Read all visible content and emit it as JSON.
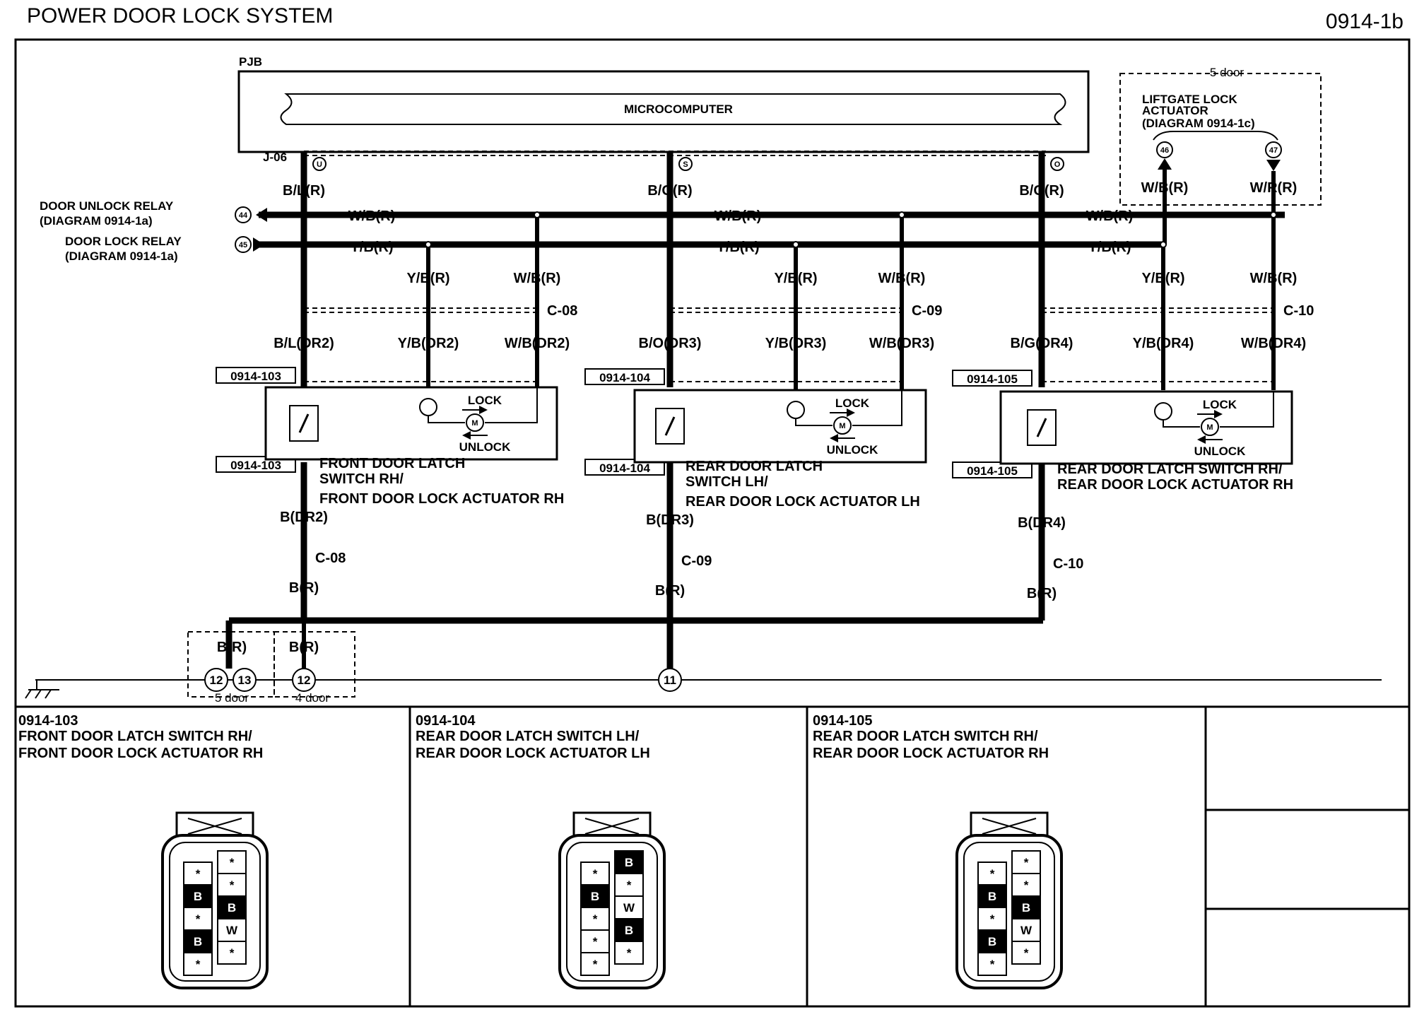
{
  "header": {
    "title": "POWER DOOR LOCK SYSTEM",
    "page_code": "0914-1b"
  },
  "pjb": {
    "label": "PJB",
    "micro": "MICROCOMPUTER",
    "connector": "J-06",
    "pins": [
      "U",
      "S",
      "O"
    ]
  },
  "relays": {
    "unlock": {
      "line1": "DOOR UNLOCK RELAY",
      "line2": "(DIAGRAM 0914-1a)",
      "pin": "44"
    },
    "lock": {
      "line1": "DOOR LOCK RELAY",
      "line2": "(DIAGRAM 0914-1a)",
      "pin": "45"
    }
  },
  "liftgate": {
    "variant": "5 door",
    "line1": "LIFTGATE LOCK",
    "line2": "ACTUATOR",
    "line3": "(DIAGRAM 0914-1c)",
    "pin_left": "46",
    "pin_right": "47",
    "wire_left": "W/B(R)",
    "wire_right": "W/R(R)"
  },
  "doors": [
    {
      "feed": "B/L(R)",
      "bus_unlock": "W/B(R)",
      "bus_lock": "Y/B(R)",
      "drop_lock": "Y/B(R)",
      "drop_unlock": "W/B(R)",
      "connector": "C-08",
      "feed_dr": "B/L(DR2)",
      "lock_dr": "Y/B(DR2)",
      "unlock_dr": "W/B(DR2)",
      "code": "0914-103",
      "lock_label": "LOCK",
      "unlock_label": "UNLOCK",
      "motor": "M",
      "name1": "FRONT DOOR LATCH",
      "name2": "SWITCH RH/",
      "name3": "FRONT DOOR LOCK ACTUATOR RH",
      "ground_dr": "B(DR2)",
      "ground_connector": "C-08",
      "ground_r": "B(R)"
    },
    {
      "feed": "B/O(R)",
      "bus_unlock": "W/B(R)",
      "bus_lock": "Y/B(R)",
      "drop_lock": "Y/B(R)",
      "drop_unlock": "W/B(R)",
      "connector": "C-09",
      "feed_dr": "B/O(DR3)",
      "lock_dr": "Y/B(DR3)",
      "unlock_dr": "W/B(DR3)",
      "code": "0914-104",
      "lock_label": "LOCK",
      "unlock_label": "UNLOCK",
      "motor": "M",
      "name1": "REAR DOOR LATCH",
      "name2": "SWITCH LH/",
      "name3": "REAR DOOR LOCK ACTUATOR LH",
      "ground_dr": "B(DR3)",
      "ground_connector": "C-09",
      "ground_r": "B(R)"
    },
    {
      "feed": "B/G(R)",
      "bus_unlock": "W/B(R)",
      "bus_lock": "Y/B(R)",
      "drop_lock": "Y/B(R)",
      "drop_unlock": "W/B(R)",
      "connector": "C-10",
      "feed_dr": "B/G(DR4)",
      "lock_dr": "Y/B(DR4)",
      "unlock_dr": "W/B(DR4)",
      "code": "0914-105",
      "lock_label": "LOCK",
      "unlock_label": "UNLOCK",
      "motor": "M",
      "name1": "REAR DOOR LATCH SWITCH RH/",
      "name2": "REAR DOOR LOCK ACTUATOR RH",
      "name3": "",
      "ground_dr": "B(DR4)",
      "ground_connector": "C-10",
      "ground_r": "B(R)"
    }
  ],
  "ground": {
    "wire_5door": "B(R)",
    "wire_4door": "B(R)",
    "pins_5door": [
      "12",
      "13"
    ],
    "pin_4door": "12",
    "pin_center": "11",
    "label_5door": "5 door",
    "label_4door": "4 door"
  },
  "connectors": [
    {
      "code": "0914-103",
      "line1": "FRONT DOOR LATCH SWITCH RH/",
      "line2": "FRONT DOOR LOCK ACTUATOR RH",
      "left": [
        "*",
        "B",
        "*",
        "B",
        "*"
      ],
      "right": [
        "*",
        "*",
        "B",
        "W",
        "*"
      ]
    },
    {
      "code": "0914-104",
      "line1": "REAR DOOR LATCH SWITCH LH/",
      "line2": "REAR DOOR LOCK ACTUATOR LH",
      "left": [
        "*",
        "B",
        "*",
        "*",
        "*"
      ],
      "right": [
        "B",
        "*",
        "W",
        "B",
        "*"
      ]
    },
    {
      "code": "0914-105",
      "line1": "REAR DOOR LATCH SWITCH RH/",
      "line2": "REAR DOOR LOCK ACTUATOR RH",
      "left": [
        "*",
        "B",
        "*",
        "B",
        "*"
      ],
      "right": [
        "*",
        "*",
        "B",
        "W",
        "*"
      ]
    }
  ]
}
